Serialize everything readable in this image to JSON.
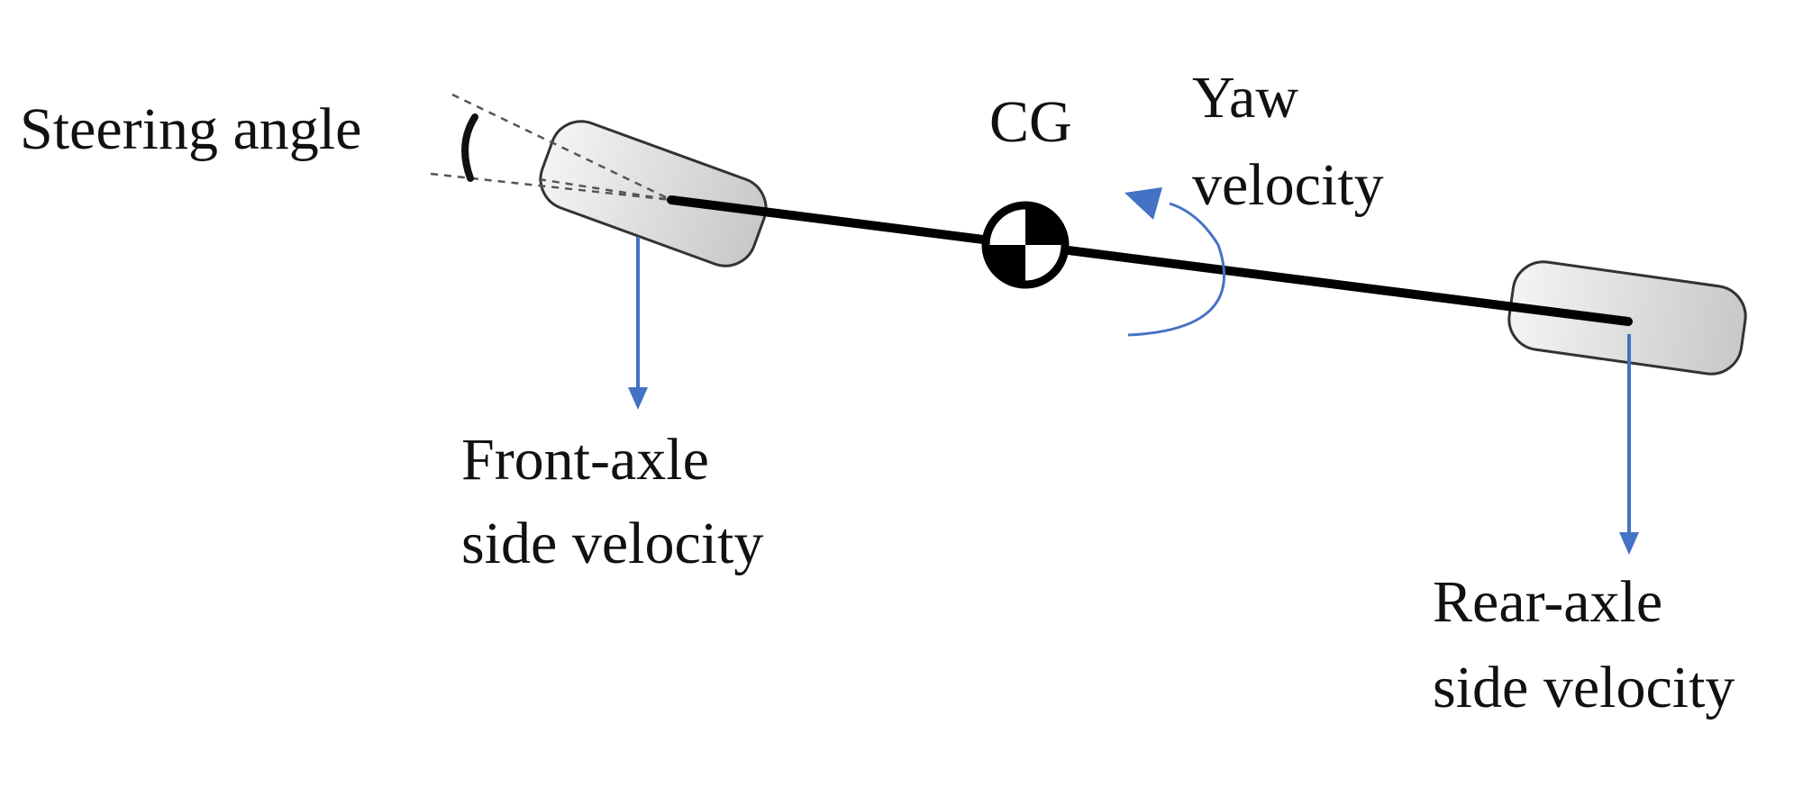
{
  "labels": {
    "steering_angle": "Steering angle",
    "cg": "CG",
    "yaw_velocity_line1": "Yaw",
    "yaw_velocity_line2": "velocity",
    "front_axle_line1": "Front-axle",
    "front_axle_line2": "side velocity",
    "rear_axle_line1": "Rear-axle",
    "rear_axle_line2": "side velocity"
  },
  "colors": {
    "arrow": "#4472C4",
    "wheel_fill": "#dcdcdc",
    "wheel_stroke": "#333333",
    "axle": "#000000",
    "text": "#111111"
  }
}
